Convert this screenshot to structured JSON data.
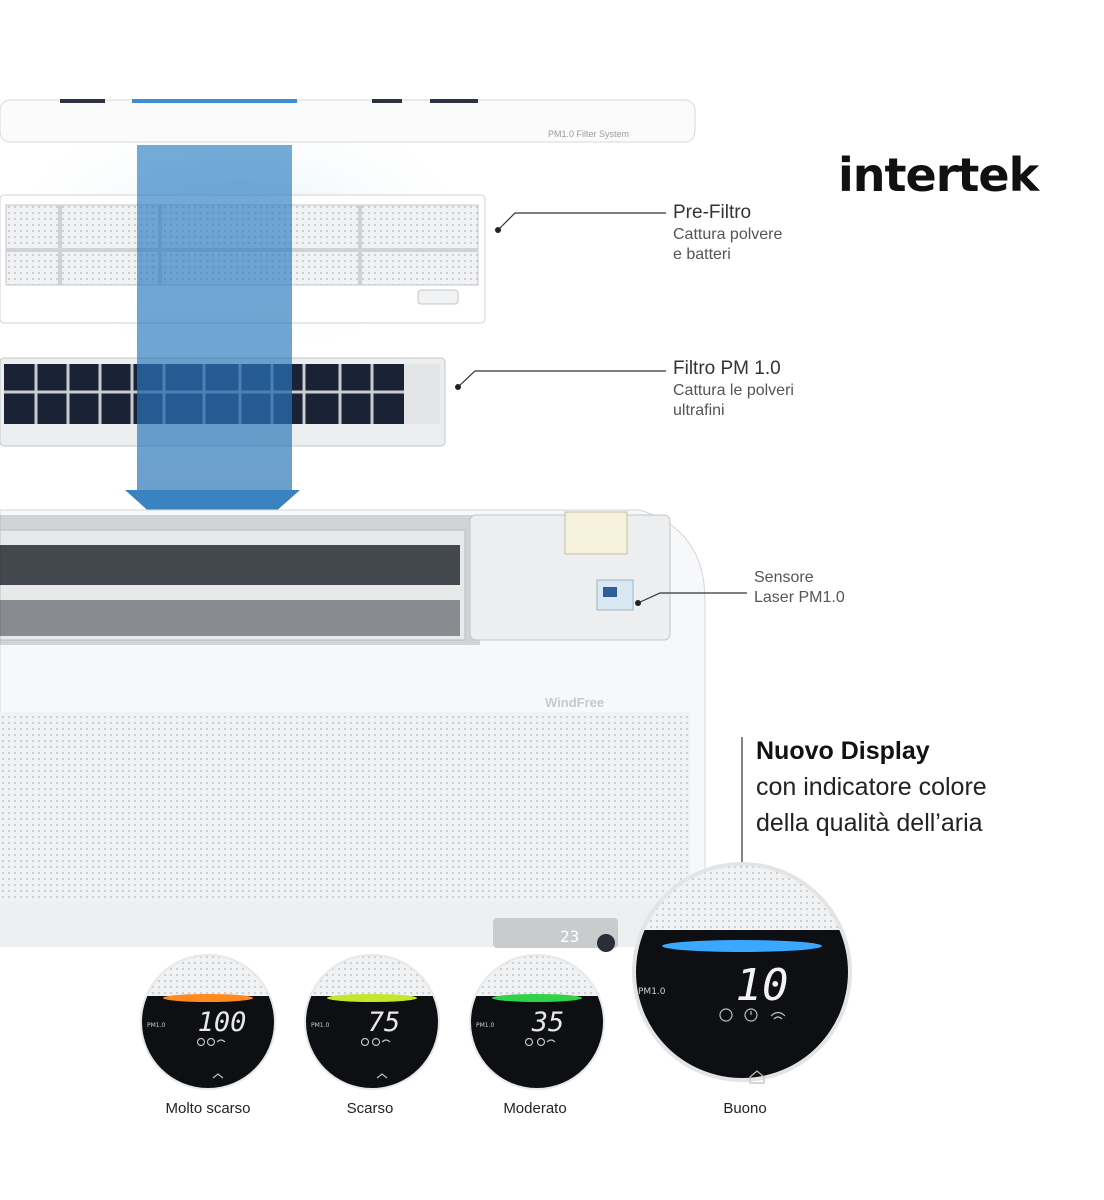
{
  "brand": {
    "logo_text": "intertek"
  },
  "unit": {
    "panel_caption": "PM1.0 Filter System",
    "windfree_mark": "WindFree",
    "display_reading": "23"
  },
  "callouts": {
    "prefilter": {
      "title": "Pre-Filtro",
      "line1": "Cattura polvere",
      "line2": "e batteri"
    },
    "pm_filter": {
      "title": "Filtro PM 1.0",
      "line1": "Cattura le polveri",
      "line2": "ultrafini"
    },
    "sensor": {
      "line1": "Sensore",
      "line2": "Laser PM1.0"
    }
  },
  "new_display": {
    "title": "Nuovo Display",
    "line1": "con indicatore colore",
    "line2": "della qualità dell’aria"
  },
  "air_quality_levels": [
    {
      "label": "Molto scarso",
      "value": "100",
      "pm_label": "PM1.0",
      "color": "#ff8a1e"
    },
    {
      "label": "Scarso",
      "value": "75",
      "pm_label": "PM1.0",
      "color": "#c6e62a"
    },
    {
      "label": "Moderato",
      "value": "35",
      "pm_label": "PM1.0",
      "color": "#2fd34a"
    },
    {
      "label": "Buono",
      "value": "10",
      "pm_label": "PM1.0",
      "color": "#3aa8ff"
    }
  ],
  "icons": [
    "arrow-down-icon",
    "recycle-icon",
    "clock-icon",
    "wifi-icon",
    "home-sound-icon"
  ]
}
